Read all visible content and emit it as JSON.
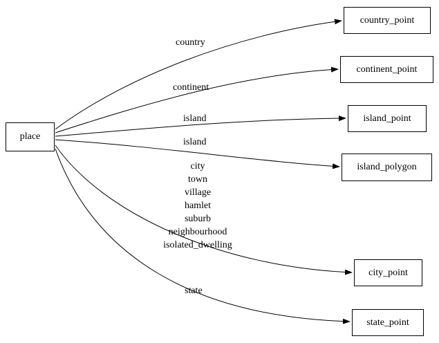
{
  "diagram": {
    "type": "graphviz-digraph",
    "colors": {
      "background": "#ffffff",
      "node_border": "#000000",
      "edge": "#000000",
      "text": "#000000"
    },
    "nodes": {
      "place": {
        "label": "place"
      },
      "country_point": {
        "label": "country_point"
      },
      "continent_point": {
        "label": "continent_point"
      },
      "island_point": {
        "label": "island_point"
      },
      "island_polygon": {
        "label": "island_polygon"
      },
      "city_point": {
        "label": "city_point"
      },
      "state_point": {
        "label": "state_point"
      }
    },
    "edges": [
      {
        "from": "place",
        "to": "country_point",
        "label": "country"
      },
      {
        "from": "place",
        "to": "continent_point",
        "label": "continent"
      },
      {
        "from": "place",
        "to": "island_point",
        "label": "island"
      },
      {
        "from": "place",
        "to": "island_polygon",
        "label": "island"
      },
      {
        "from": "place",
        "to": "city_point",
        "label": "city\ntown\nvillage\nhamlet\nsuburb\nneighbourhood\nisolated_dwelling"
      },
      {
        "from": "place",
        "to": "state_point",
        "label": "state"
      }
    ]
  }
}
